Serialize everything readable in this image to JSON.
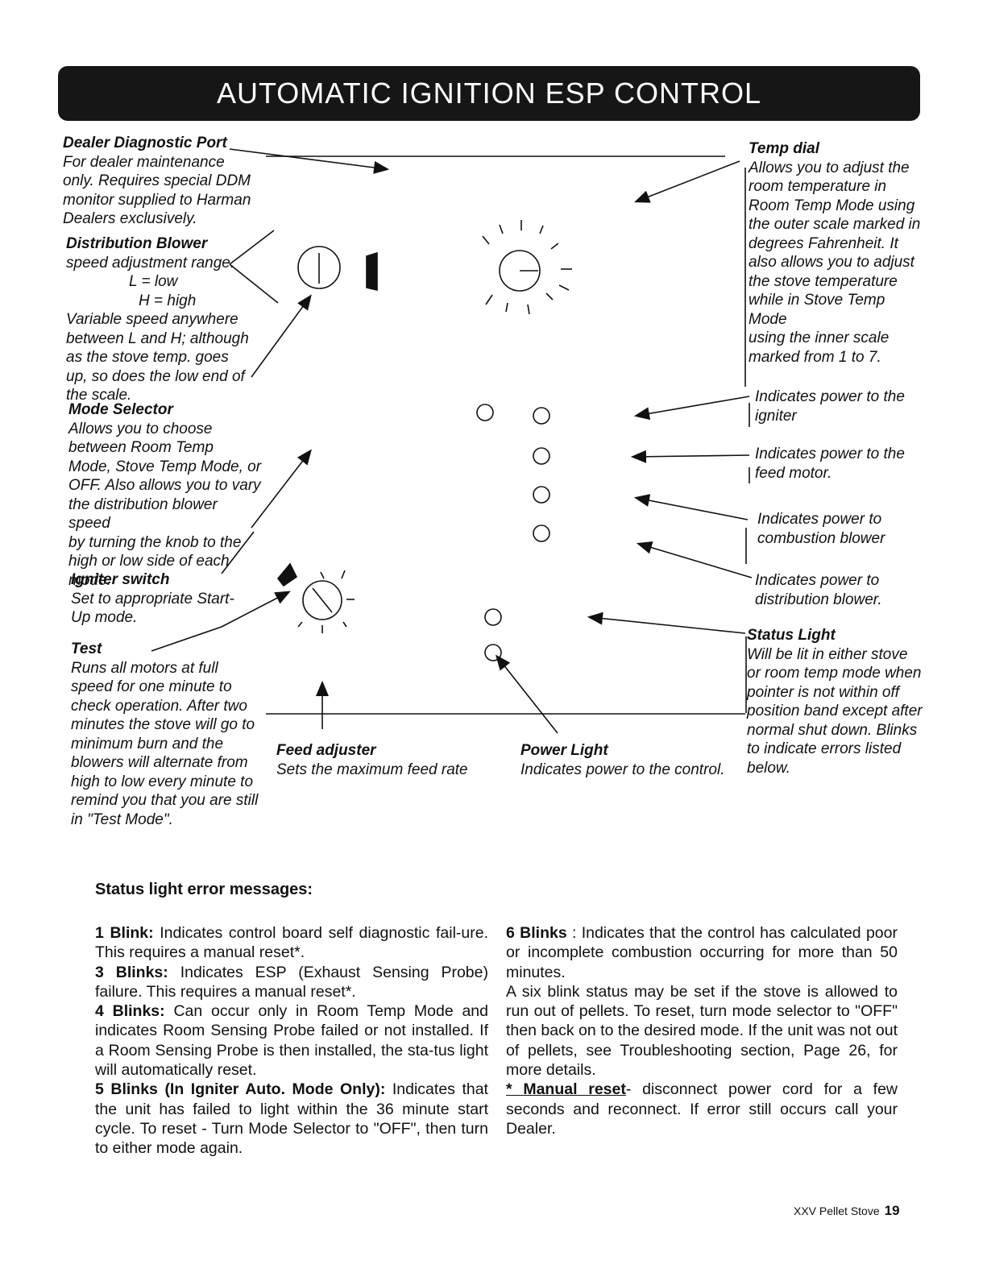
{
  "title": "AUTOMATIC IGNITION ESP CONTROL",
  "labels": {
    "dealer_port": {
      "heading": "Dealer Diagnostic Port",
      "lines": [
        "For dealer maintenance",
        "only. Requires special DDM",
        "monitor supplied to Harman",
        "Dealers exclusively."
      ]
    },
    "blower": {
      "heading": "Distribution Blower",
      "lines": [
        "speed adjustment range.",
        "L = low",
        "H = high",
        "Variable speed anywhere",
        "between L and H; although",
        "as the stove temp. goes",
        "up, so does the low end of",
        "the scale."
      ]
    },
    "mode": {
      "heading": "Mode Selector",
      "lines": [
        "Allows you to choose",
        "between Room Temp",
        "Mode, Stove Temp Mode, or",
        "OFF. Also allows you to vary",
        "the distribution blower speed",
        "by turning the knob to the",
        "high or low side of each",
        "mode."
      ]
    },
    "igniter_switch": {
      "heading": "Igniter switch",
      "lines": [
        "Set to appropriate Start-",
        "Up mode."
      ]
    },
    "test": {
      "heading": "Test",
      "lines": [
        "Runs all motors at full",
        "speed for one minute to",
        "check operation. After two",
        "minutes the stove will go to",
        "minimum burn and the",
        "blowers will alternate from",
        "high to low every minute to",
        "remind you that you are still",
        "in \"Test Mode\"."
      ]
    },
    "feed": {
      "heading": "Feed adjuster",
      "lines": [
        "Sets the maximum feed rate"
      ]
    },
    "power": {
      "heading": "Power Light",
      "lines": [
        "Indicates power to the control."
      ]
    },
    "temp_dial": {
      "heading": "Temp dial",
      "lines": [
        "Allows you to adjust the",
        "room temperature in",
        "Room Temp Mode using",
        "the outer scale marked in",
        "degrees Fahrenheit. It",
        "also allows you to adjust",
        "the stove temperature",
        "while in Stove Temp Mode",
        "using the inner scale",
        "marked from 1 to 7."
      ]
    },
    "igniter_led": {
      "lines": [
        "Indicates power to the",
        "igniter"
      ]
    },
    "feed_led": {
      "lines": [
        "Indicates power to the",
        "feed motor."
      ]
    },
    "combustion_led": {
      "lines": [
        "Indicates power to",
        "combustion blower"
      ]
    },
    "distribution_led": {
      "lines": [
        "Indicates power to",
        "distribution blower."
      ]
    },
    "status": {
      "heading": "Status Light",
      "lines": [
        "Will be lit in either stove",
        "or room temp mode when",
        "pointer is not within off",
        "position band except after",
        "normal shut down. Blinks",
        "to indicate errors listed",
        "below."
      ]
    }
  },
  "errors": {
    "heading": "Status light error messages:",
    "left": [
      {
        "label": "1 Blink:",
        "text": " Indicates control board self diagnostic fail-ure. This requires a manual reset*."
      },
      {
        "label": "3 Blinks:",
        "text": " Indicates ESP (Exhaust Sensing Probe) failure. This requires a manual reset*."
      },
      {
        "label": "4 Blinks:",
        "text": " Can occur only in Room Temp Mode and indicates Room Sensing Probe failed or not installed. If a Room Sensing Probe is then installed, the sta-tus light will automatically reset."
      },
      {
        "label": "5 Blinks (In Igniter Auto. Mode Only):",
        "text": " Indicates that the unit has failed to light within the 36 minute start cycle. To reset - Turn Mode Selector to \"OFF\", then turn to either mode again."
      }
    ],
    "right": {
      "six_label": "6 Blinks",
      "six_text": " : Indicates that the control has calculated poor or incomplete combustion occurring for more than 50 minutes.",
      "six_more": "A six blink status may be set if the stove is allowed to run out of pellets. To reset, turn mode selector to \"OFF\" then back on to the desired mode. If the unit was not out of pellets, see Troubleshooting section, Page 26, for more details.",
      "manual_label": "* Manual reset",
      "manual_text": "- disconnect power cord for a few seconds and reconnect. If error still occurs call your Dealer."
    }
  },
  "footer": {
    "text": "XXV Pellet Stove",
    "page": "19"
  }
}
